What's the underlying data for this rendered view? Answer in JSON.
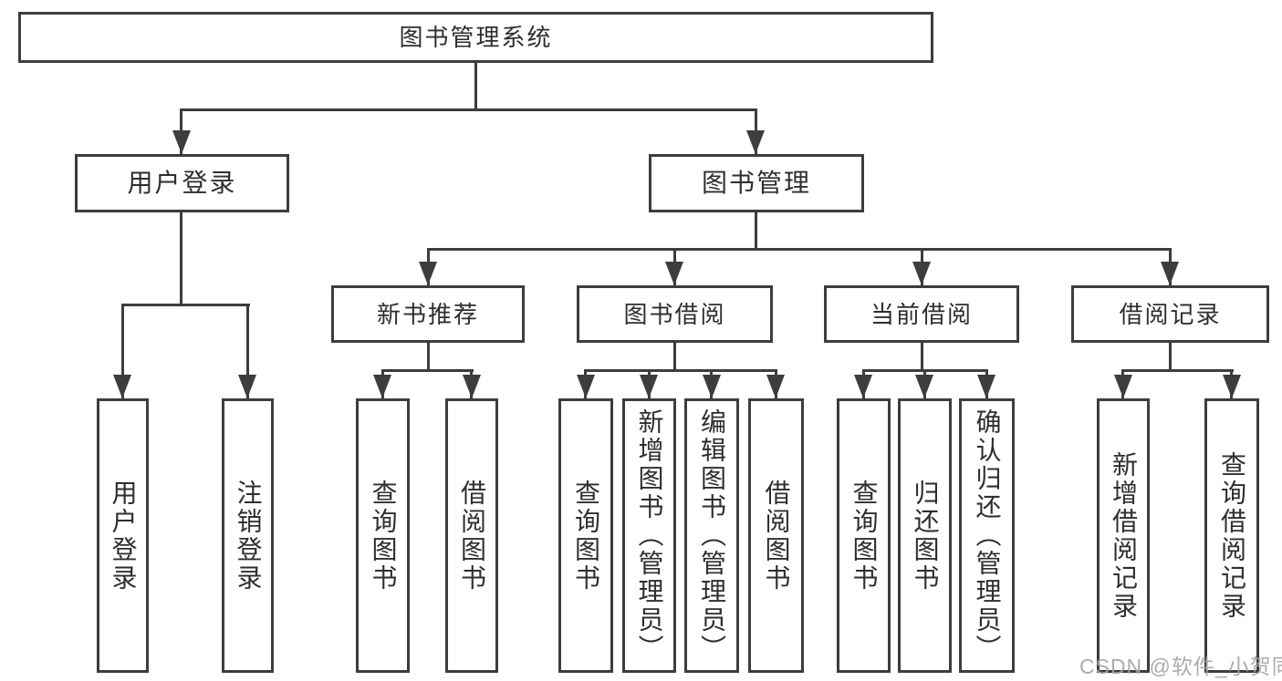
{
  "diagram": {
    "type": "hierarchy-tree",
    "title": "图书管理系统",
    "watermark": "CSDN @软件_小贺同学",
    "colors": {
      "line": "#3d3d3d",
      "text": "#2e2e2e",
      "background": "#ffffff",
      "watermark": "#a5a5a5"
    },
    "nodes": {
      "root": {
        "label": "图书管理系统"
      },
      "user_login": {
        "label": "用户登录",
        "children": [
          {
            "label": "用户登录"
          },
          {
            "label": "注销登录"
          }
        ]
      },
      "book_management": {
        "label": "图书管理",
        "sections": [
          {
            "label": "新书推荐",
            "children": [
              {
                "label": "查询图书"
              },
              {
                "label": "借阅图书"
              }
            ]
          },
          {
            "label": "图书借阅",
            "children": [
              {
                "label": "查询图书"
              },
              {
                "label": "新增图书（管理员）"
              },
              {
                "label": "编辑图书（管理员）"
              },
              {
                "label": "借阅图书"
              }
            ]
          },
          {
            "label": "当前借阅",
            "children": [
              {
                "label": "查询图书"
              },
              {
                "label": "归还图书"
              },
              {
                "label": "确认归还（管理员）"
              }
            ]
          },
          {
            "label": "借阅记录",
            "children": [
              {
                "label": "新增借阅记录"
              },
              {
                "label": "查询借阅记录"
              }
            ]
          }
        ]
      }
    }
  }
}
